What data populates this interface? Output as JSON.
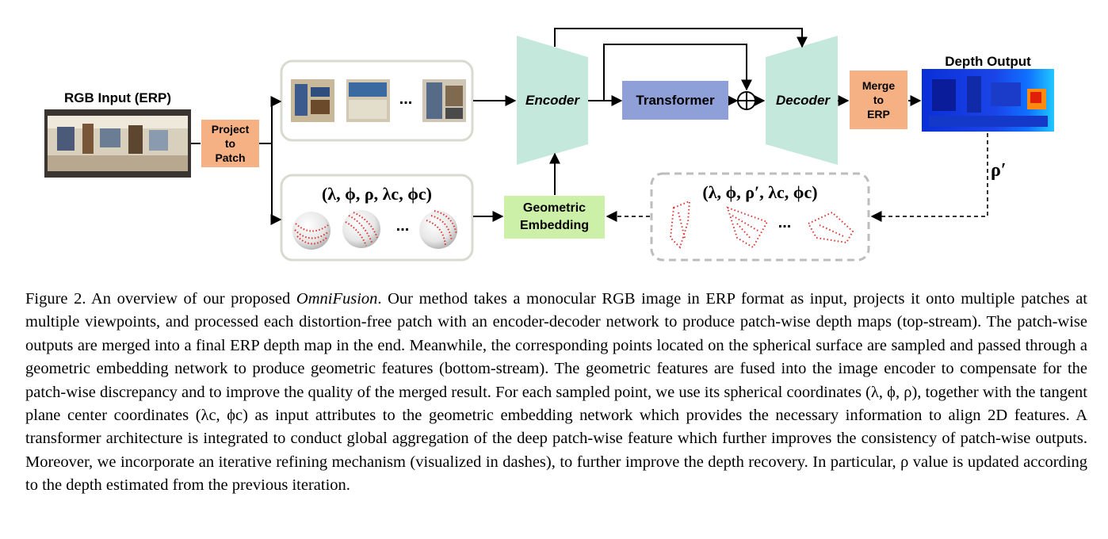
{
  "figure": {
    "rgb_input_label": "RGB Input (ERP)",
    "project_label": "Project\nto\nPatch",
    "encoder_label": "Encoder",
    "transformer_label": "Transformer",
    "decoder_label": "Decoder",
    "merge_label": "Merge\nto\nERP",
    "depth_output_label": "Depth Output",
    "geometric_label": "Geometric\nEmbedding",
    "patch_ellipsis": "...",
    "sphere_ellipsis": "...",
    "points_ellipsis": "...",
    "sphere_params": "(λ, ϕ, ρ, λc, ϕc)",
    "refined_params": "(λ, ϕ, ρ′, λc, ϕc)",
    "rho_prime": "ρ′",
    "colors": {
      "project_box": "#f5b183",
      "merge_box": "#f5b183",
      "transformer_box": "#8f9fd8",
      "encoder_decoder": "#c5e8dc",
      "geometric_box": "#ccf0a8",
      "panel_border": "#d9d9d0",
      "dashed_border": "#bdbdbd",
      "point_red": "#e03030"
    }
  },
  "caption": {
    "prefix": "Figure 2. An overview of our proposed ",
    "name": "OmniFusion",
    "text": ". Our method takes a monocular RGB image in ERP format as input, projects it onto multiple patches at multiple viewpoints, and processed each distortion-free patch with an encoder-decoder network to produce patch-wise depth maps (top-stream). The patch-wise outputs are merged into a final ERP depth map in the end. Meanwhile, the corresponding points located on the spherical surface are sampled and passed through a geometric embedding network to produce geometric features (bottom-stream). The geometric features are fused into the image encoder to compensate for the patch-wise discrepancy and to improve the quality of the merged result. For each sampled point, we use its spherical coordinates (λ, ϕ, ρ), together with the tangent plane center coordinates (λc, ϕc) as input attributes to the geometric embedding network which provides the necessary information to align 2D features. A transformer architecture is integrated to conduct global aggregation of the deep patch-wise feature which further improves the consistency of patch-wise outputs. Moreover, we incorporate an iterative refining mechanism (visualized in dashes), to further improve the depth recovery. In particular, ρ value is updated according to the depth estimated from the previous iteration."
  }
}
